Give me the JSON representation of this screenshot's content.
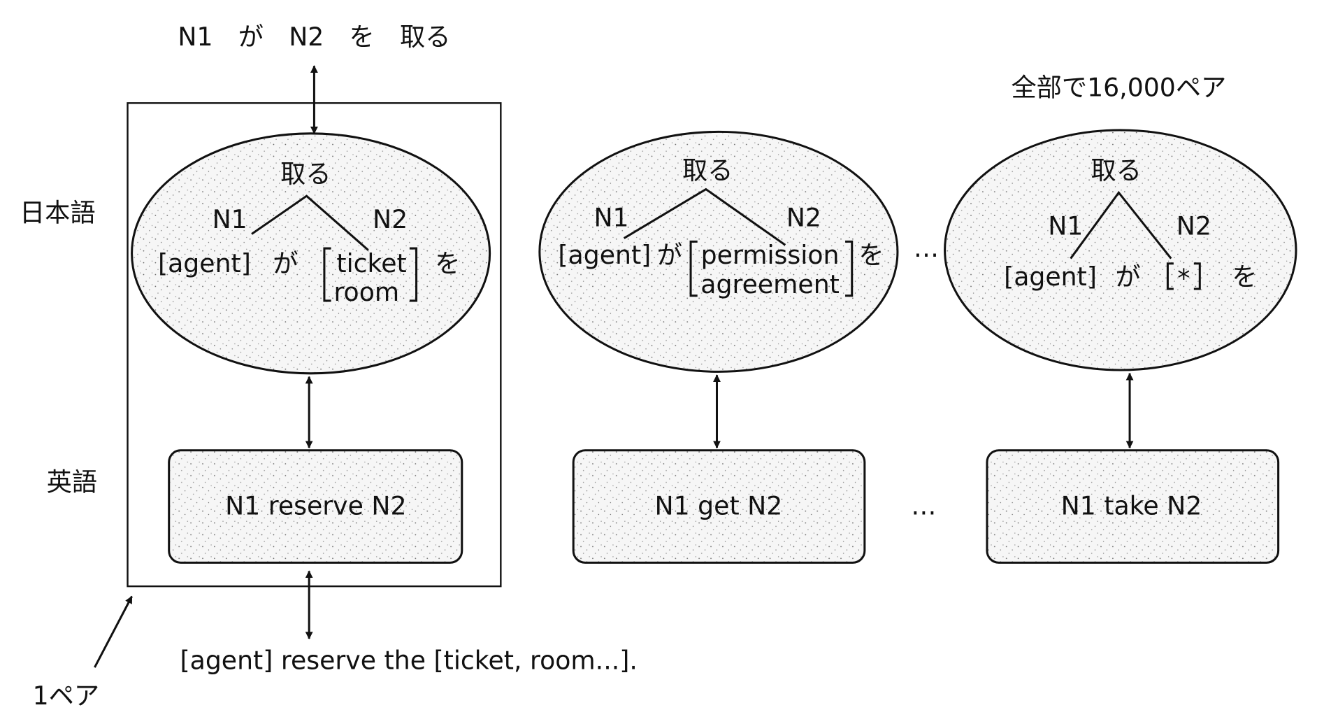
{
  "top_pattern": "N1　が　N2　を　取る",
  "total_note": "全部で16,000ペア",
  "row_labels": {
    "japanese": "日本語",
    "english": "英語"
  },
  "pair_label": "1ペア",
  "bottom_sentence": "[agent] reserve the [ticket, room...].",
  "ellipsis": "…",
  "pairs": [
    {
      "jp_head": "取る",
      "n1": "N1",
      "n2": "N2",
      "agent": "[agent]",
      "ga": "が",
      "o": "を",
      "n2_fillers": [
        "ticket",
        "room"
      ],
      "en_pattern": "N1 reserve N2"
    },
    {
      "jp_head": "取る",
      "n1": "N1",
      "n2": "N2",
      "agent": "[agent]",
      "ga": "が",
      "o": "を",
      "n2_fillers": [
        "permission",
        "agreement"
      ],
      "en_pattern": "N1 get N2"
    },
    {
      "jp_head": "取る",
      "n1": "N1",
      "n2": "N2",
      "agent": "[agent]",
      "ga": "が",
      "o": "を",
      "n2_fillers": [
        "*"
      ],
      "en_pattern": "N1 take N2"
    }
  ]
}
